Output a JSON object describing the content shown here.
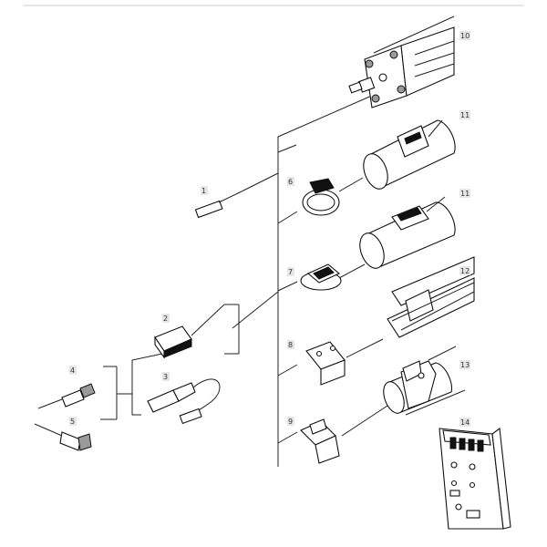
{
  "labels": {
    "p1": "1",
    "p2": "2",
    "p3": "3",
    "p4": "4",
    "p5": "5",
    "p6": "6",
    "p7": "7",
    "p8": "8",
    "p9": "9",
    "p10": "10",
    "p11a": "11",
    "p11b": "11",
    "p12": "12",
    "p13": "13",
    "p14": "14"
  }
}
